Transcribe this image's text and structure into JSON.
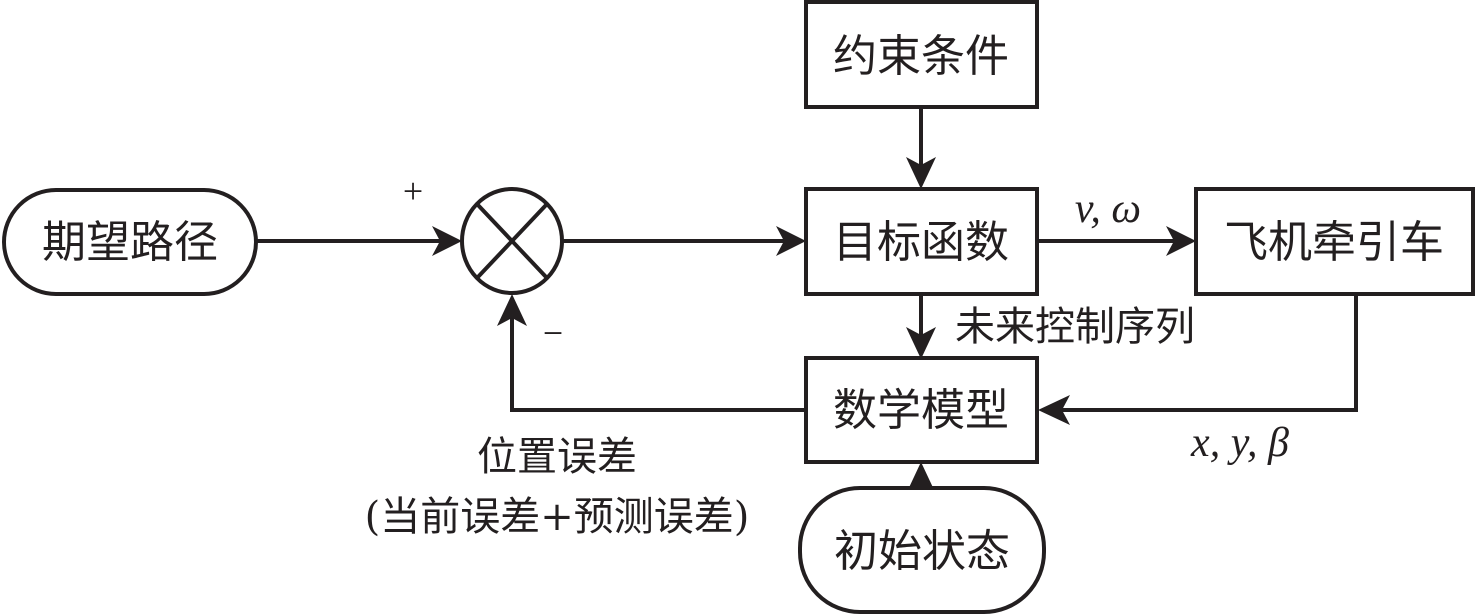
{
  "diagram": {
    "type": "control-loop block diagram",
    "colors": {
      "ink": "#231f20",
      "background": "#ffffff"
    },
    "nodes": {
      "desired_path": {
        "label": "期望路径",
        "shape": "rounded-terminal"
      },
      "summing_junction": {
        "label": "",
        "shape": "circle-cross",
        "plus_sign": "+",
        "minus_sign": "−"
      },
      "constraints": {
        "label": "约束条件",
        "shape": "rectangle"
      },
      "objective_function": {
        "label": "目标函数",
        "shape": "rectangle"
      },
      "aircraft_tractor": {
        "label": "飞机牵引车",
        "shape": "rectangle"
      },
      "math_model": {
        "label": "数学模型",
        "shape": "rectangle"
      },
      "initial_state": {
        "label": "初始状态",
        "shape": "rounded-terminal"
      }
    },
    "edges": [
      {
        "from": "desired_path",
        "to": "summing_junction",
        "label": ""
      },
      {
        "from": "summing_junction",
        "to": "objective_function",
        "label": ""
      },
      {
        "from": "constraints",
        "to": "objective_function",
        "label": ""
      },
      {
        "from": "objective_function",
        "to": "aircraft_tractor",
        "label": "v, ω"
      },
      {
        "from": "objective_function",
        "to": "math_model",
        "label": "未来控制序列"
      },
      {
        "from": "aircraft_tractor",
        "to": "math_model",
        "label": "x, y, β"
      },
      {
        "from": "initial_state",
        "to": "math_model",
        "label": ""
      },
      {
        "from": "math_model",
        "to": "summing_junction",
        "label": "位置误差 (当前误差+预测误差)"
      }
    ],
    "edge_labels": {
      "control_output": "v, ω",
      "future_control_sequence": "未来控制序列",
      "state_feedback": "x, y, β",
      "position_error_line1": "位置误差",
      "position_error_line2": "(当前误差+预测误差)"
    }
  }
}
